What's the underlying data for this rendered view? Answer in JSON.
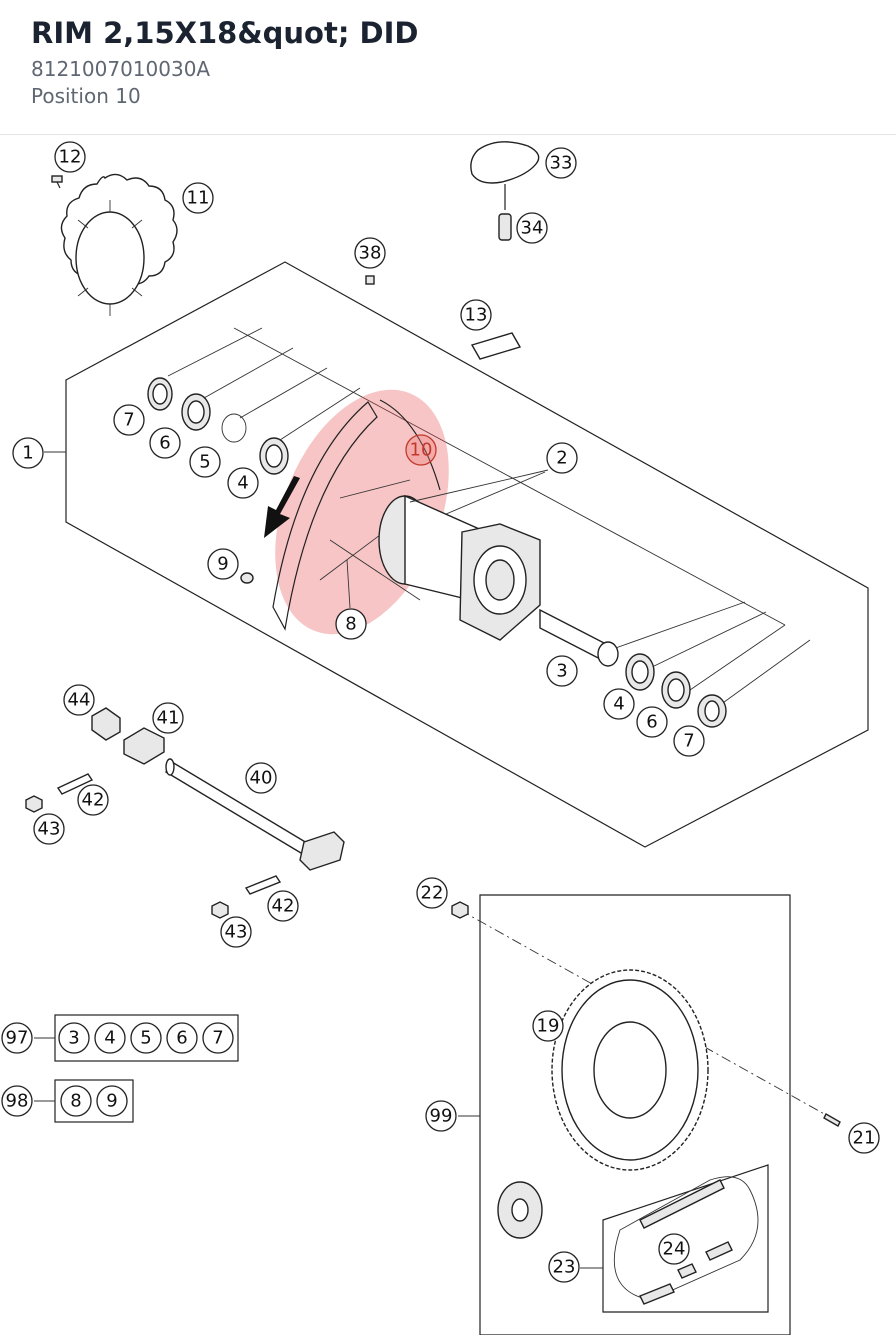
{
  "header": {
    "title": "RIM 2,15X18&quot; DID",
    "part_number": "8121007010030A",
    "position": "Position 10"
  },
  "highlight_color": "#e8595a",
  "callouts": {
    "c1": "1",
    "c2": "2",
    "c3": "3",
    "c3b": "3",
    "c4": "4",
    "c4b": "4",
    "c4c": "4",
    "c5": "5",
    "c5b": "5",
    "c6": "6",
    "c6b": "6",
    "c6c": "6",
    "c7": "7",
    "c7b": "7",
    "c7c": "7",
    "c8": "8",
    "c8b": "8",
    "c9": "9",
    "c9b": "9",
    "c10": "10",
    "c11": "11",
    "c12": "12",
    "c13": "13",
    "c19": "19",
    "c21": "21",
    "c22": "22",
    "c23": "23",
    "c24": "24",
    "c33": "33",
    "c34": "34",
    "c38": "38",
    "c40": "40",
    "c41": "41",
    "c42": "42",
    "c42b": "42",
    "c43": "43",
    "c43b": "43",
    "c44": "44",
    "c97": "97",
    "c98": "98",
    "c99": "99"
  }
}
